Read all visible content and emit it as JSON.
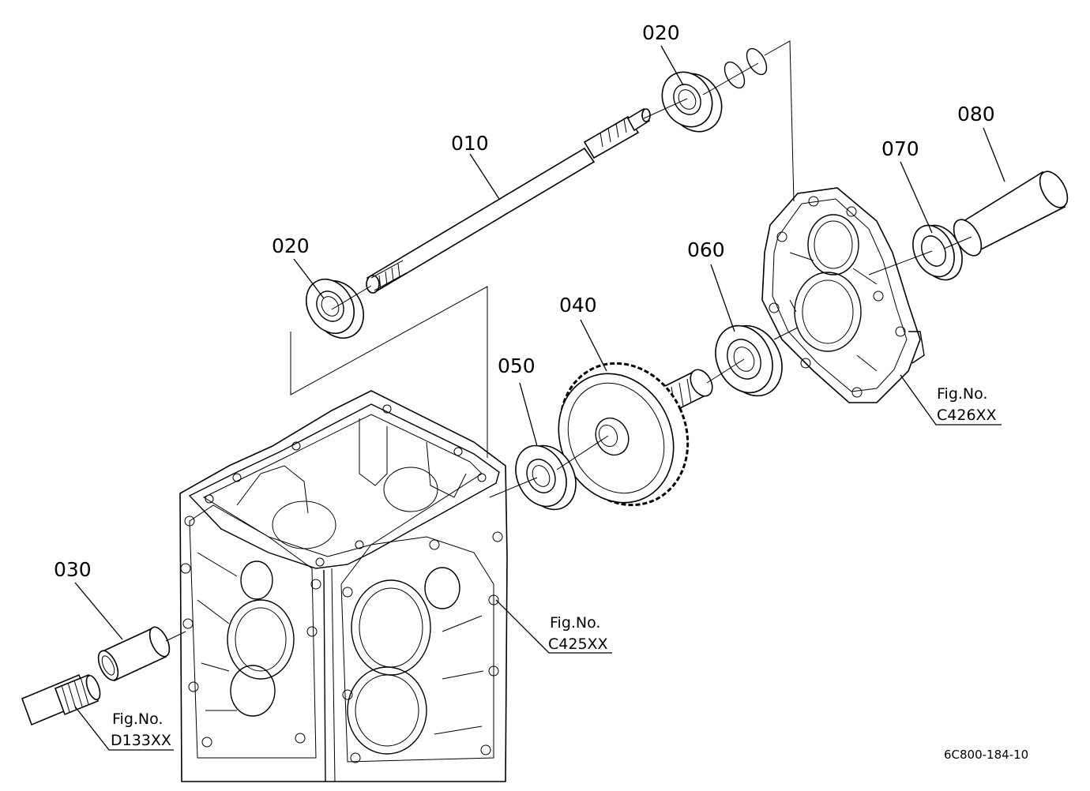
{
  "part_labels": {
    "p020_top": "020",
    "p010": "010",
    "p020_left": "020",
    "p080": "080",
    "p070": "070",
    "p060": "060",
    "p040": "040",
    "p050": "050",
    "p030": "030"
  },
  "figure_refs": {
    "c426": {
      "label": "Fig.No.",
      "code": "C426XX"
    },
    "c425": {
      "label": "Fig.No.",
      "code": "C425XX"
    },
    "d133": {
      "label": "Fig.No.",
      "code": "D133XX"
    }
  },
  "diagram_code": "6C800-184-10"
}
